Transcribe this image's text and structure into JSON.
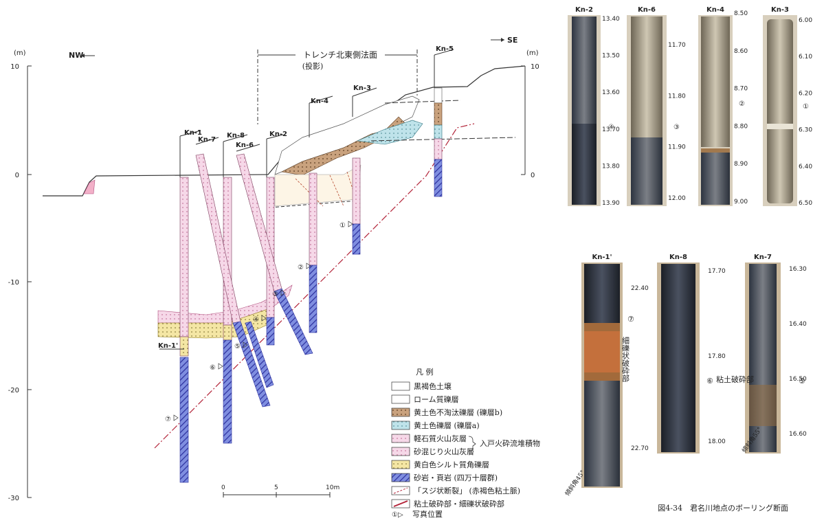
{
  "section": {
    "nw_label": "NW",
    "se_label": "SE",
    "unit_left": "(m)",
    "unit_right": "(m)",
    "left_ticks": [
      "10",
      "0",
      "-10",
      "-20",
      "-30"
    ],
    "right_ticks": [
      "10",
      "0"
    ],
    "trench_title": "トレンチ北東側法面",
    "trench_sub": "(投影)",
    "scale_labels": [
      "0",
      "5",
      "10m"
    ]
  },
  "boreholes": [
    "Kn-1",
    "Kn-7",
    "Kn-8",
    "Kn-6",
    "Kn-2",
    "Kn-4",
    "Kn-3",
    "Kn-5",
    "Kn-1'"
  ],
  "photo_markers": [
    "①",
    "②",
    "③",
    "④",
    "⑤",
    "⑥",
    "⑦"
  ],
  "legend": {
    "title": "凡 例",
    "items": [
      {
        "label": "黒褐色土壌",
        "color": "#ffffff"
      },
      {
        "label": "ローム質礫層",
        "color": "#ffffff"
      },
      {
        "label": "黄土色不淘汰礫層 (礫層b)",
        "color": "#c9a27e"
      },
      {
        "label": "黄土色礫層 (礫層a)",
        "color": "#bfe3ea"
      },
      {
        "label": "軽石質火山灰層",
        "color": "#f6d8e8"
      },
      {
        "label": "砂混じり火山灰層",
        "color": "#f2b0c8"
      },
      {
        "label": "黄白色シルト質角礫層",
        "color": "#f4e6a4"
      },
      {
        "label": "砂岩・頁岩  (四万十層群)",
        "color": "#5a6ad0"
      },
      {
        "label": "「スジ状断裂」 (赤褐色粘土脈)",
        "color": "#ffffff"
      },
      {
        "label": "粘土破砕部・細礫状破砕部",
        "color": "#ffffff"
      },
      {
        "label": "写真位置",
        "color": "#ffffff"
      }
    ],
    "bracket_label": "入戸火砕流堆積物",
    "photo_symbol": "①▷"
  },
  "cores": [
    {
      "name": "Kn-2",
      "depths": [
        "13.40",
        "13.50",
        "13.60",
        "13.70",
        "13.80",
        "13.90"
      ],
      "marker": "④"
    },
    {
      "name": "Kn-6",
      "depths": [
        "11.70",
        "11.80",
        "11.90",
        "12.00"
      ],
      "marker": "③"
    },
    {
      "name": "Kn-4",
      "depths": [
        "8.50",
        "8.60",
        "8.70",
        "8.80",
        "8.90",
        "9.00"
      ],
      "marker": "②"
    },
    {
      "name": "Kn-3",
      "depths": [
        "6.00",
        "6.10",
        "6.20",
        "6.30",
        "6.40",
        "6.50"
      ],
      "marker": "①"
    },
    {
      "name": "Kn-1'",
      "depths": [
        "22.40",
        "22.70"
      ],
      "marker": "⑦",
      "note": "細礫状破砕部",
      "incline": "傾斜角45°"
    },
    {
      "name": "Kn-8",
      "depths": [
        "17.70",
        "17.80",
        "18.00"
      ],
      "marker": "⑥",
      "note": "粘土破砕部"
    },
    {
      "name": "Kn-7",
      "depths": [
        "16.30",
        "16.40",
        "16.50",
        "16.60"
      ],
      "marker": "⑤",
      "incline": "傾斜角55°"
    }
  ],
  "caption": "図4-34　君名川地点のボーリング断面"
}
